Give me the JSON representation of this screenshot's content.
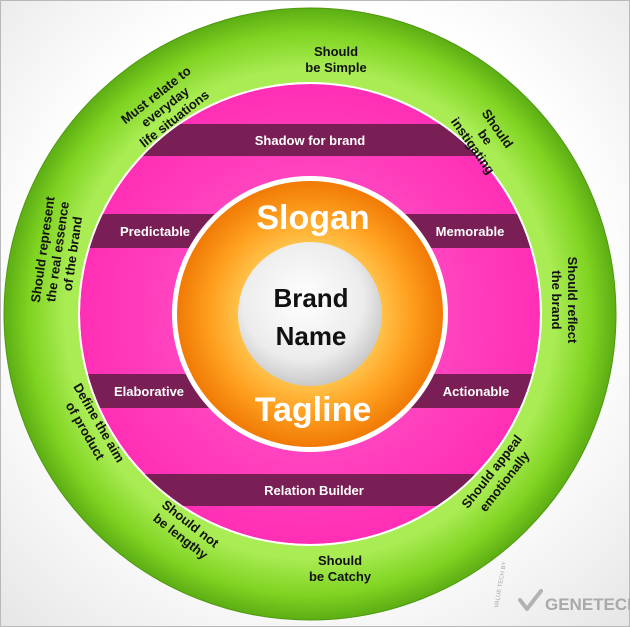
{
  "center": {
    "brand_line1": "Brand",
    "brand_line2": "Name",
    "top_word": "Slogan",
    "bottom_word": "Tagline"
  },
  "bands": {
    "top": "Shadow for brand",
    "upper_left": "Predictable",
    "upper_right": "Memorable",
    "lower_left": "Elaborative",
    "lower_right": "Actionable",
    "bottom": "Relation Builder"
  },
  "outer_ring": [
    {
      "lines": [
        "Should",
        "be Simple"
      ]
    },
    {
      "lines": [
        "Should",
        "be",
        "instigating"
      ]
    },
    {
      "lines": [
        "Should reflect",
        "the brand"
      ]
    },
    {
      "lines": [
        "Should appeal",
        "emotionally"
      ]
    },
    {
      "lines": [
        "Should",
        "be Catchy"
      ]
    },
    {
      "lines": [
        "Should not",
        "be lengthy"
      ]
    },
    {
      "lines": [
        "Define the aim",
        "of product"
      ]
    },
    {
      "lines": [
        "Should represent",
        "the real essence",
        "of the brand"
      ]
    },
    {
      "lines": [
        "Must relate to",
        "everyday",
        "life situations"
      ]
    }
  ],
  "watermark": {
    "small_text": "VALUE TECH BY",
    "brand": "GENETECH"
  },
  "colors": {
    "outer_ring": "#7fd321",
    "pink_disc": "#ff3fbf",
    "band": "#7a1f55",
    "orange_ring": "#f78a0c",
    "center_disc": "#f2f2f2"
  }
}
